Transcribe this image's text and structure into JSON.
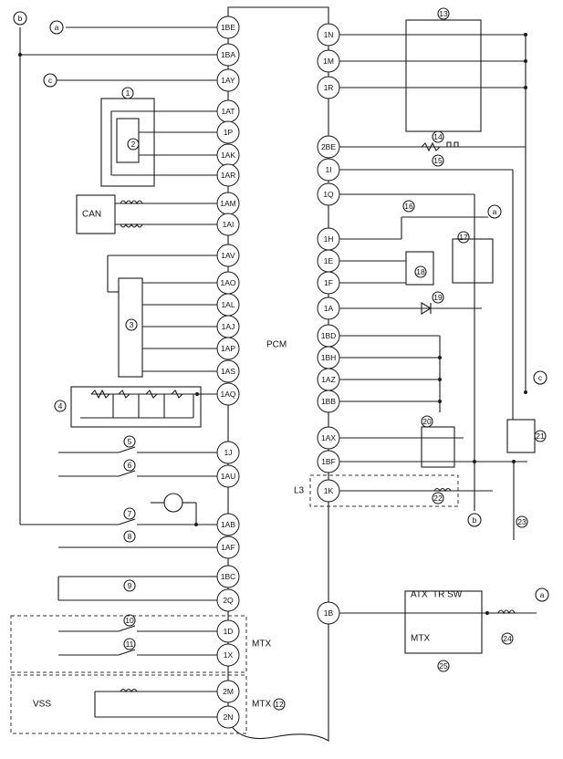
{
  "left_pins": [
    "1BE",
    "1BA",
    "1AY",
    "1AT",
    "1P",
    "1AK",
    "1AR",
    "1AM",
    "1AI",
    "1AV",
    "1AO",
    "1AL",
    "1AJ",
    "1AP",
    "1AS",
    "1AQ",
    "1J",
    "1AU",
    "1AB",
    "1AF",
    "1BC",
    "2Q",
    "1D",
    "1X",
    "2M",
    "2N"
  ],
  "right_pins": [
    "1N",
    "1M",
    "1R",
    "2BE",
    "1I",
    "1Q",
    "1H",
    "1E",
    "1F",
    "1A",
    "1BD",
    "1BH",
    "1AZ",
    "1BB",
    "1AX",
    "1BF",
    "1K",
    "1B"
  ],
  "component_numbers": [
    "1",
    "2",
    "3",
    "4",
    "5",
    "6",
    "7",
    "8",
    "9",
    "10",
    "11",
    "12",
    "13",
    "14",
    "15",
    "16",
    "17",
    "18",
    "19",
    "20",
    "21",
    "22",
    "23",
    "24",
    "25"
  ],
  "connectors": [
    "a",
    "b",
    "c"
  ],
  "labels": {
    "pcm": "PCM",
    "can": "CAN",
    "vss": "VSS",
    "mtx_1": "MTX",
    "mtx_2": "MTX",
    "mtx_3": "MTX",
    "atx": "ATX",
    "tr_sw": "TR SW",
    "l3": "L3"
  }
}
